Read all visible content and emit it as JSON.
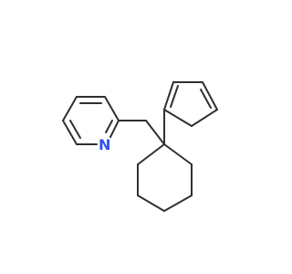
{
  "molecule": {
    "atoms": [
      {
        "id": "N1",
        "element": "N",
        "label": "N"
      }
    ]
  },
  "colors": {
    "bond": "#303030",
    "nitrogen": "#3050f8",
    "background": "#ffffff"
  }
}
